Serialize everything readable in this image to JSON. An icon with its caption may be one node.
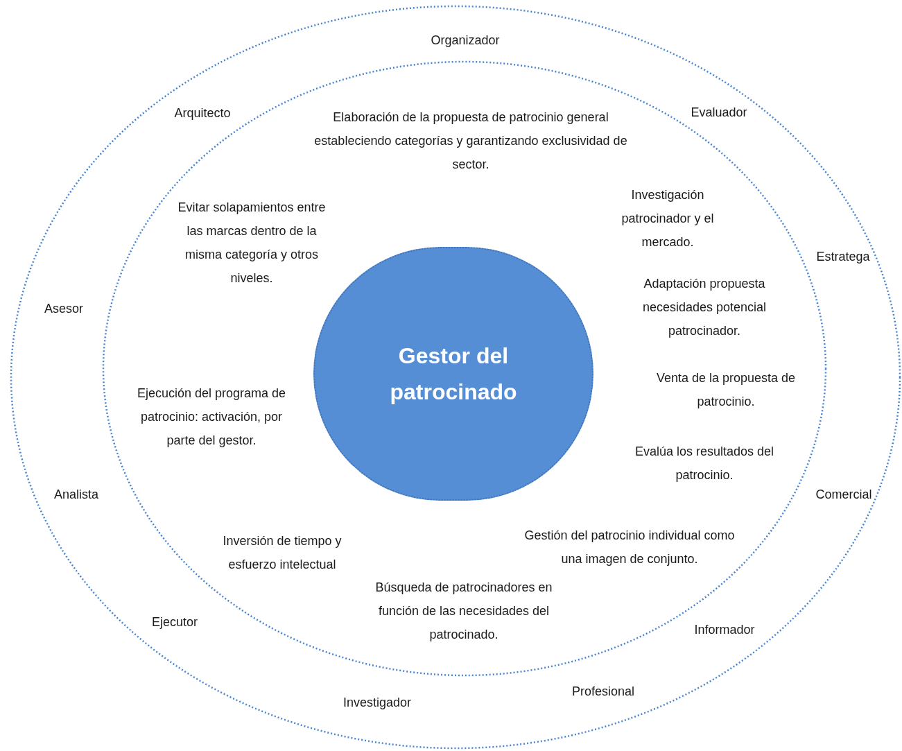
{
  "diagram": {
    "nodes": [
      {
        "text": [],
        "shape": "ellipse"
      },
      {
        "text": [],
        "shape": "ellipse",
        "in": 0
      },
      {
        "text": [
          "Gestor del patrocinado"
        ],
        "in": 1
      }
    ],
    "labels": [
      "Organizador",
      "Arquitecto",
      "Evaluador",
      "Elaboración de la propuesta de patrocinio general estableciendo categorías y garantizando exclusividad de sector.",
      "Evitar solapamientos entre las marcas dentro de la misma categoría y otros niveles.",
      "Investigación patrocinador y el mercado.",
      "Estratega",
      "Adaptación propuesta necesidades potencial patrocinador.",
      "Asesor",
      "Venta de la propuesta de patrocinio.",
      "Ejecución del programa de patrocinio: activación, por parte del gestor.",
      "Evalúa los resultados del patrocinio.",
      "Analista",
      "Comercial",
      "Inversión de tiempo y esfuerzo intelectual",
      "Gestión del patrocinio individual como una imagen de conjunto.",
      "Búsqueda de patrocinadores en función de las necesidades del patrocinado.",
      "Ejecutor",
      "Informador",
      "Profesional",
      "Investigador"
    ]
  }
}
